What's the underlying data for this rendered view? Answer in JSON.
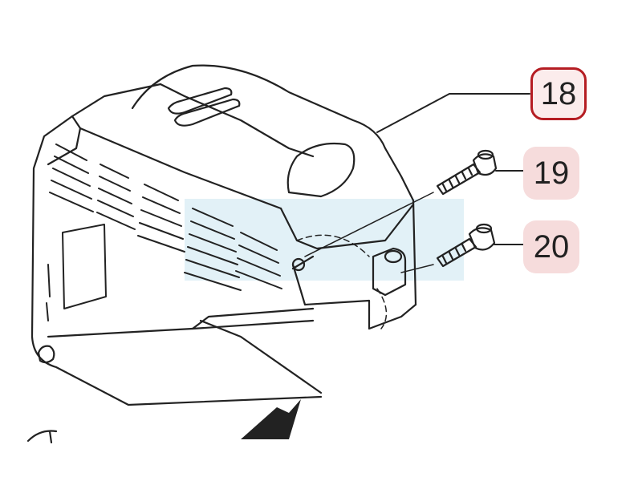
{
  "callouts": [
    {
      "id": "18",
      "label": "18",
      "state": "selected"
    },
    {
      "id": "19",
      "label": "19",
      "state": "normal"
    },
    {
      "id": "20",
      "label": "20",
      "state": "normal"
    }
  ],
  "colors": {
    "line": "#222222",
    "selected_border": "#b51d23",
    "callout_fill": "#f6dcdc",
    "watermark": "#dbeef5"
  }
}
